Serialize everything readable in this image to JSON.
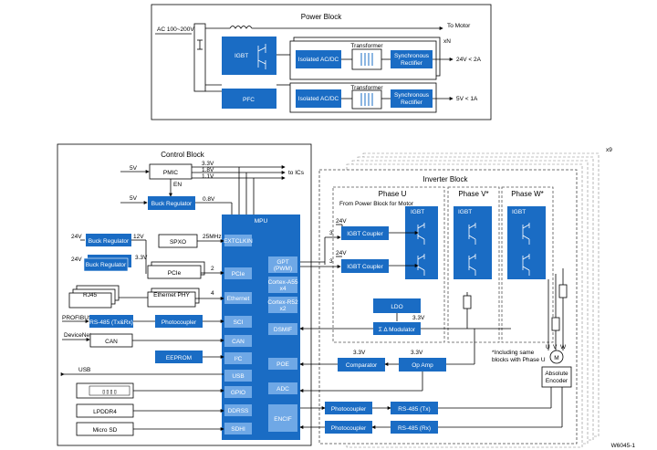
{
  "power_block": {
    "title": "Power Block",
    "ac_input": "AC 100~200V",
    "igbt": "IGBT",
    "pfc": "PFC",
    "to_motor": "To Motor",
    "xn": "xN",
    "transformer": "Transformer",
    "isolated_acdc": "Isolated AC/DC",
    "sync_rect_1": "Synchronous",
    "sync_rect_2": "Rectifier",
    "out_24v": "24V < 2A",
    "out_5v": "5V < 1A"
  },
  "control_block": {
    "title": "Control Block",
    "pmic": "PMIC",
    "v5": "5V",
    "v33": "3.3V",
    "v18": "1.8V",
    "v11": "1.1V",
    "to_ics": "to ICs",
    "en": "EN",
    "buck_regulator": "Buck Regulator",
    "v08": "0.8V",
    "mpu": "MPU",
    "v24": "24V",
    "v12": "12V",
    "spxo": "SPXO",
    "mhz25": "25MHz",
    "clkin": "EXTCLKIN",
    "pcie": "PCIe",
    "pcie_mpu": "PCIe",
    "rj45": "RJ45",
    "ethernet_phy": "Ethernet PHY",
    "ethernet_mpu": "Ethernet",
    "profibus": "PROFIBUS",
    "rs485_txrx": "RS-485 (Tx&Rx)",
    "photocoupler": "Photocoupler",
    "sci": "SCI",
    "devicenet": "DeviceNet",
    "can": "CAN",
    "can_mpu": "CAN",
    "eeprom": "EEPROM",
    "i2c": "I²C",
    "usb": "USB",
    "usb_mpu": "USB",
    "gpio": "GPIO",
    "lpddr4": "LPDDR4",
    "ddrss": "DDRSS",
    "micro_sd": "Micro SD",
    "sdhi": "SDHI",
    "gpt": "GPT",
    "pwm": "(PWM)",
    "a55": "Cortex-A55",
    "a55x": "x4",
    "r52": "Cortex-R52",
    "r52x": "x2",
    "dsmif": "DSMIF",
    "poe": "POE",
    "adc": "ADC",
    "encif": "ENCIF",
    "n2": "2",
    "n4": "4",
    "n3": "3"
  },
  "inverter_block": {
    "title": "Inverter Block",
    "x9": "x9",
    "phase_u": "Phase U",
    "phase_v": "Phase V*",
    "phase_w": "Phase W*",
    "from_power": "From Power Block for Motor",
    "igbt": "IGBT",
    "igbt_coupler": "IGBT Coupler",
    "ldo": "LDO",
    "v33": "3.3V",
    "modulator": "Σ Δ Modulator",
    "comparator": "Comparator",
    "op_amp": "Op Amp",
    "note_1": "*Including same",
    "note_2": "blocks with Phase U",
    "u": "U",
    "v": "V",
    "w": "W",
    "m": "M",
    "abs_enc_1": "Absolute",
    "abs_enc_2": "Encoder",
    "photocoupler": "Photocoupler",
    "rs485_tx": "RS-485 (Tx)",
    "rs485_rx": "RS-485 (Rx)"
  },
  "figure_id": "W6045-1"
}
